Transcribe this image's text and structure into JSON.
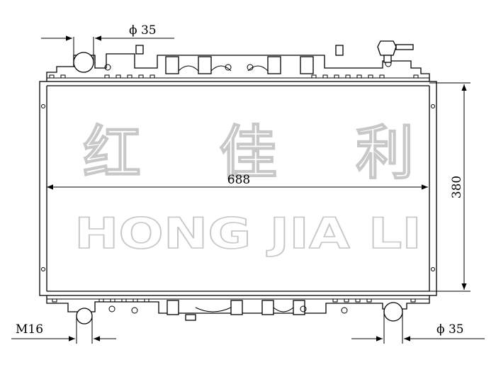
{
  "watermark": {
    "chinese": [
      "红",
      "佳",
      "利"
    ],
    "english": "HONG JIA LI"
  },
  "dimensions": {
    "width": "688",
    "height": "380",
    "inlet": "ϕ 35",
    "outlet": "ϕ 35",
    "drain": "M16"
  },
  "colors": {
    "line": "#000000",
    "watermark_outline": "#c8c8c8",
    "background": "#ffffff"
  }
}
